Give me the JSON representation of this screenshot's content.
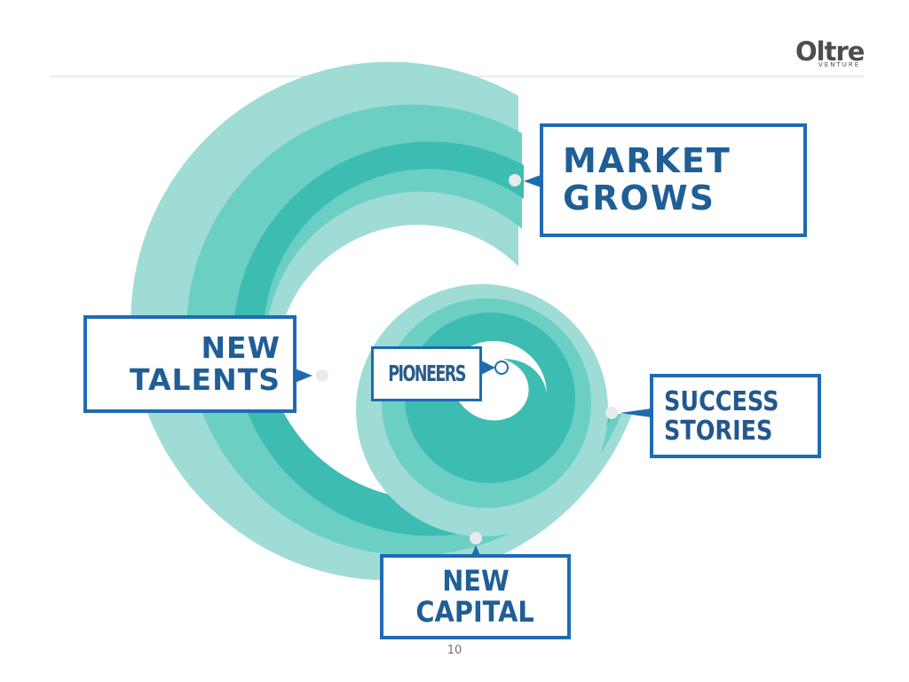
{
  "brand": {
    "name": "Oltre",
    "tagline": "VENTURE"
  },
  "labels": {
    "market": [
      "MARKET",
      "GROWS"
    ],
    "talents": [
      "NEW",
      "TALENTS"
    ],
    "pioneers": "PIONEERS",
    "success": [
      "SUCCESS",
      "STORIES"
    ],
    "capital": [
      "NEW",
      "CAPITAL"
    ]
  },
  "page_number": "10",
  "colors": {
    "accent": "#1f6bb3",
    "label_text": "#1f5e96",
    "spiral_light": "#9fdcd6",
    "spiral_mid": "#6ccfc4",
    "spiral_dark": "#3dbcb2",
    "rule": "#e6ebee"
  }
}
